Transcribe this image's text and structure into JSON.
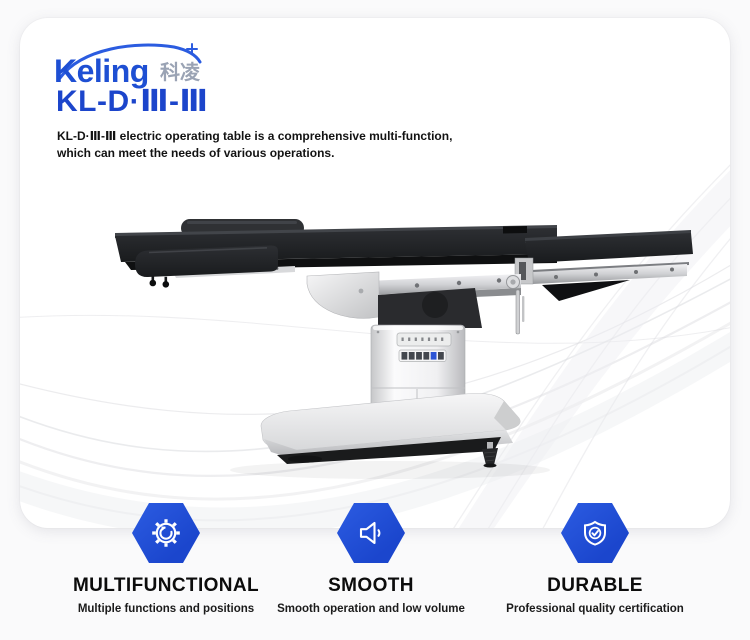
{
  "brand": {
    "name": "Keling",
    "name_cn": "科凌"
  },
  "product": {
    "model": "KL-D·Ⅲ-Ⅲ",
    "description_line1": "KL-D·Ⅲ-Ⅲ electric operating table is a comprehensive multi-function,",
    "description_line2": "which can meet the needs of various operations."
  },
  "features": [
    {
      "icon": "gear-refresh-icon",
      "title": "MULTIFUNCTIONAL",
      "subtitle": "Multiple functions and positions"
    },
    {
      "icon": "speaker-icon",
      "title": "SMOOTH",
      "subtitle": "Smooth operation and low volume"
    },
    {
      "icon": "shield-check-icon",
      "title": "DURABLE",
      "subtitle": "Professional quality certification"
    }
  ],
  "colors": {
    "brand_blue": "#1c45cb",
    "logo_blue": "#1e4fd3",
    "logo_cn_gray": "#9aa3b4",
    "badge_blue": "#1d4fd2",
    "wave_gray": "#d9dade"
  }
}
